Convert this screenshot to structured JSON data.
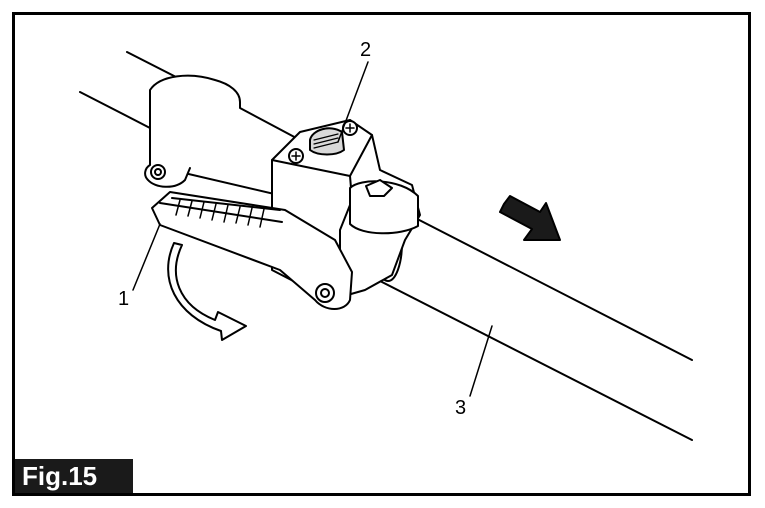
{
  "figure": {
    "tag": "Fig.15",
    "callouts": [
      {
        "id": "lever",
        "label": "1"
      },
      {
        "id": "lock-button",
        "label": "2"
      },
      {
        "id": "shaft",
        "label": "3"
      }
    ]
  }
}
